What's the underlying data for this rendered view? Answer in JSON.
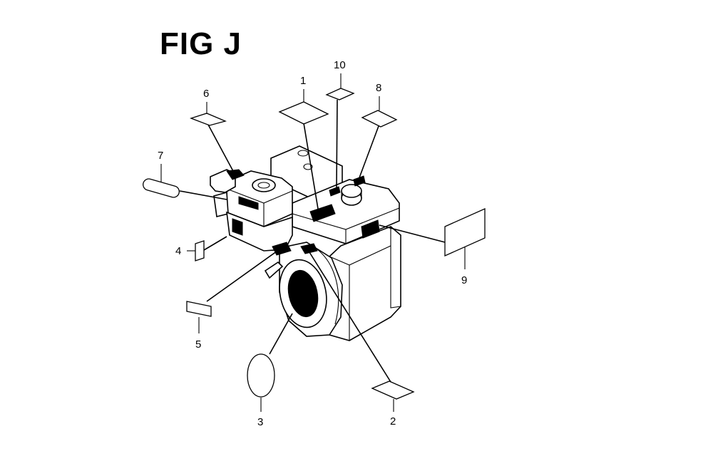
{
  "figure": {
    "title": "FIG J"
  },
  "callouts": [
    {
      "key": "1",
      "number": "1"
    },
    {
      "key": "2",
      "number": "2"
    },
    {
      "key": "3",
      "number": "3"
    },
    {
      "key": "4",
      "number": "4"
    },
    {
      "key": "5",
      "number": "5"
    },
    {
      "key": "6",
      "number": "6"
    },
    {
      "key": "7",
      "number": "7"
    },
    {
      "key": "8",
      "number": "8"
    },
    {
      "key": "9",
      "number": "9"
    },
    {
      "key": "10",
      "number": "10"
    }
  ]
}
